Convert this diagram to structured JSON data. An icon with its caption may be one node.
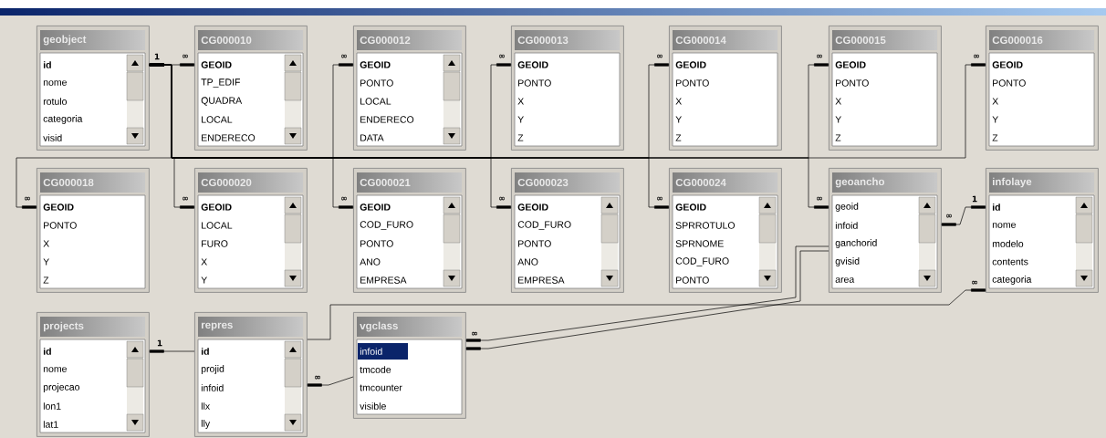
{
  "diagram": {
    "nodes": [
      {
        "text": [
          "geobject",
          "**id**",
          "nome",
          "rotulo",
          "categoria",
          "visid"
        ]
      },
      {
        "text": [
          "CG000010",
          "**GEOID**",
          "TP_EDIF",
          "QUADRA",
          "LOCAL",
          "ENDERECO"
        ]
      },
      {
        "text": [
          "CG000012",
          "**GEOID**",
          "PONTO",
          "LOCAL",
          "ENDERECO",
          "DATA"
        ]
      },
      {
        "text": [
          "CG000013",
          "**GEOID**",
          "PONTO",
          "X",
          "Y",
          "Z"
        ]
      },
      {
        "text": [
          "CG000014",
          "**GEOID**",
          "PONTO",
          "X",
          "Y",
          "Z"
        ]
      },
      {
        "text": [
          "CG000015",
          "**GEOID**",
          "PONTO",
          "X",
          "Y",
          "Z"
        ]
      },
      {
        "text": [
          "CG000016",
          "**GEOID**",
          "PONTO",
          "X",
          "Y",
          "Z"
        ]
      },
      {
        "text": [
          "CG000018",
          "**GEOID**",
          "PONTO",
          "X",
          "Y",
          "Z"
        ]
      },
      {
        "text": [
          "CG000020",
          "**GEOID**",
          "LOCAL",
          "FURO",
          "X",
          "Y"
        ]
      },
      {
        "text": [
          "CG000021",
          "**GEOID**",
          "COD_FURO",
          "PONTO",
          "ANO",
          "EMPRESA"
        ]
      },
      {
        "text": [
          "CG000023",
          "**GEOID**",
          "COD_FURO",
          "PONTO",
          "ANO",
          "EMPRESA"
        ]
      },
      {
        "text": [
          "CG000024",
          "**GEOID**",
          "SPRROTULO",
          "SPRNOME",
          "COD_FURO",
          "PONTO"
        ]
      },
      {
        "text": [
          "geoancho",
          "geoid",
          "infoid",
          "ganchorid",
          "gvisid",
          "area"
        ]
      },
      {
        "text": [
          "infolaye",
          "**id**",
          "nome",
          "modelo",
          "contents",
          "categoria"
        ]
      },
      {
        "text": [
          "projects",
          "**id**",
          "nome",
          "projecao",
          "lon1",
          "lat1"
        ]
      },
      {
        "text": [
          "repres",
          "**id**",
          "projid",
          "infoid",
          "llx",
          "lly"
        ]
      },
      {
        "text": [
          "vgclass",
          "infoid",
          "tmcode",
          "tmcounter",
          "visible"
        ]
      }
    ],
    "edges": [
      {
        "from": 0,
        "to": 1,
        "arrow": "other"
      },
      {
        "from": 0,
        "to": 2,
        "arrow": "other"
      },
      {
        "from": 0,
        "to": 3,
        "arrow": "other"
      },
      {
        "from": 0,
        "to": 4,
        "arrow": "other"
      },
      {
        "from": 0,
        "to": 5,
        "arrow": "other"
      },
      {
        "from": 0,
        "to": 6,
        "arrow": "other"
      },
      {
        "from": 0,
        "to": 7,
        "arrow": "other"
      },
      {
        "from": 0,
        "to": 8,
        "arrow": "other"
      },
      {
        "from": 0,
        "to": 9,
        "arrow": "other"
      },
      {
        "from": 0,
        "to": 10,
        "arrow": "other"
      },
      {
        "from": 0,
        "to": 11,
        "arrow": "other"
      },
      {
        "from": 0,
        "to": 12,
        "arrow": "other"
      },
      {
        "from": 13,
        "to": 12,
        "arrow": "other"
      },
      {
        "from": 14,
        "to": 15,
        "arrow": "other"
      },
      {
        "from": 15,
        "to": 13,
        "arrow": "other"
      },
      {
        "from": 16,
        "to": 15,
        "arrow": "other"
      },
      {
        "from": 12,
        "to": 16,
        "arrow": "other"
      },
      {
        "from": 12,
        "to": 16,
        "arrow": "other"
      }
    ],
    "labels": [
      "1",
      "∞",
      "∞",
      "∞",
      "∞",
      "∞",
      "∞",
      "∞",
      "∞",
      "∞",
      "∞",
      "∞",
      "∞",
      "1",
      "∞",
      "∞",
      "1",
      "∞",
      "∞"
    ]
  }
}
